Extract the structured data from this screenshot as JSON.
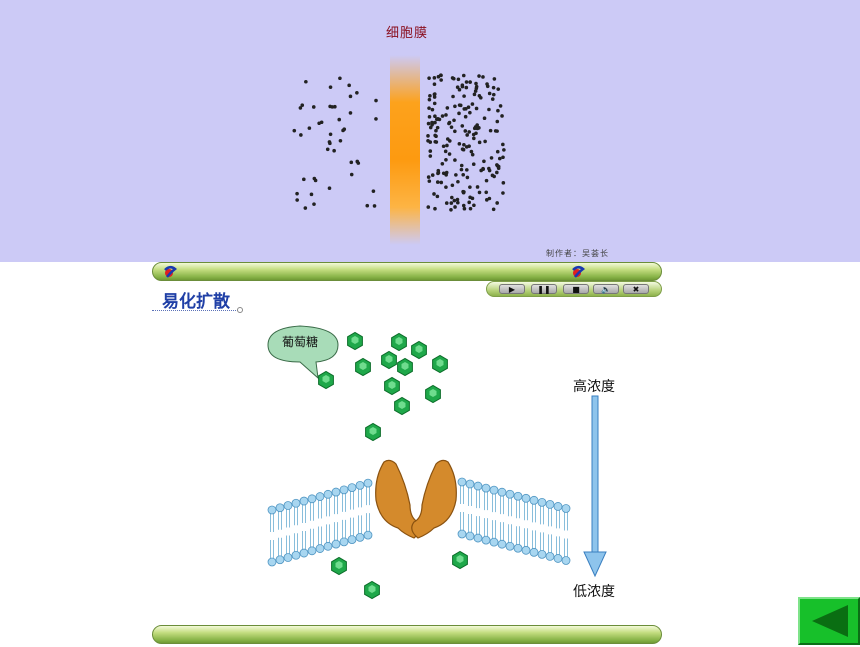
{
  "animation": {
    "title": "细胞膜",
    "author_credit": "制作者：吴荟长"
  },
  "player": {
    "controls": [
      {
        "name": "play",
        "glyph": "▶"
      },
      {
        "name": "pause",
        "glyph": "❚❚"
      },
      {
        "name": "stop",
        "glyph": "■"
      },
      {
        "name": "volume",
        "glyph": "🔈"
      },
      {
        "name": "close",
        "glyph": "✖"
      }
    ]
  },
  "diagram": {
    "section_title": "易化扩散",
    "molecule_label": "葡萄糖",
    "high_label": "高浓度",
    "low_label": "低浓度"
  },
  "colors": {
    "background_top": "#cccaf6",
    "membrane_band": "#fd9a10",
    "bar_green": "#8ab54a",
    "glucose_green": "#1fa84a",
    "protein_brown": "#d48a2c",
    "arrow_blue": "#5fa8e0",
    "title_blue": "#1f3fa6",
    "back_button": "#17c02a"
  },
  "icons": [
    "app-logo-icon",
    "play-icon",
    "pause-icon",
    "stop-icon",
    "volume-icon",
    "close-icon",
    "back-arrow-icon"
  ]
}
